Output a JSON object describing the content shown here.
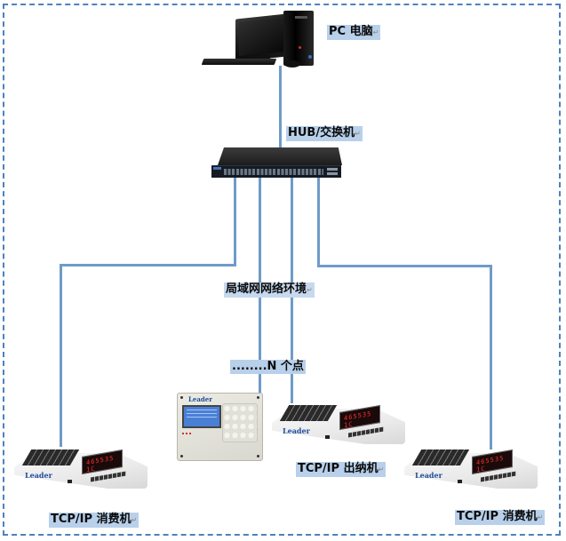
{
  "diagram": {
    "type": "network-topology",
    "frame_style": "dashed-border",
    "colors": {
      "wire": "#6f9bc8",
      "frame": "#4f81bd",
      "label_highlight": "#b8d0ea",
      "brand_text": "#1f4c9a",
      "led_display": "#ff3030"
    },
    "nodes": {
      "pc": {
        "label": "PC 电脑",
        "icon": "desktop-computer-icon"
      },
      "switch": {
        "label": "HUB/交换机",
        "icon": "network-switch-icon"
      },
      "network": {
        "label": "局域网网络环境"
      },
      "more": {
        "label": "........N 个点"
      },
      "terminal_left": {
        "label": "TCP/IP 消费机",
        "brand": "Leader",
        "display": "465535 1C",
        "icon": "pos-terminal-icon"
      },
      "cashier": {
        "label": "TCP/IP 出纳机",
        "brand": "Leader",
        "icon": "cashier-terminal-icon"
      },
      "terminal_mid": {
        "brand": "Leader",
        "display": "465535 1C",
        "icon": "pos-terminal-icon"
      },
      "terminal_right": {
        "label": "TCP/IP 消费机",
        "brand": "Leader",
        "display": "465535 1C",
        "icon": "pos-terminal-icon"
      }
    },
    "edges": [
      {
        "from": "pc",
        "to": "switch"
      },
      {
        "from": "switch",
        "to": "terminal_left"
      },
      {
        "from": "switch",
        "to": "cashier"
      },
      {
        "from": "switch",
        "to": "terminal_mid"
      },
      {
        "from": "switch",
        "to": "terminal_right"
      }
    ]
  }
}
